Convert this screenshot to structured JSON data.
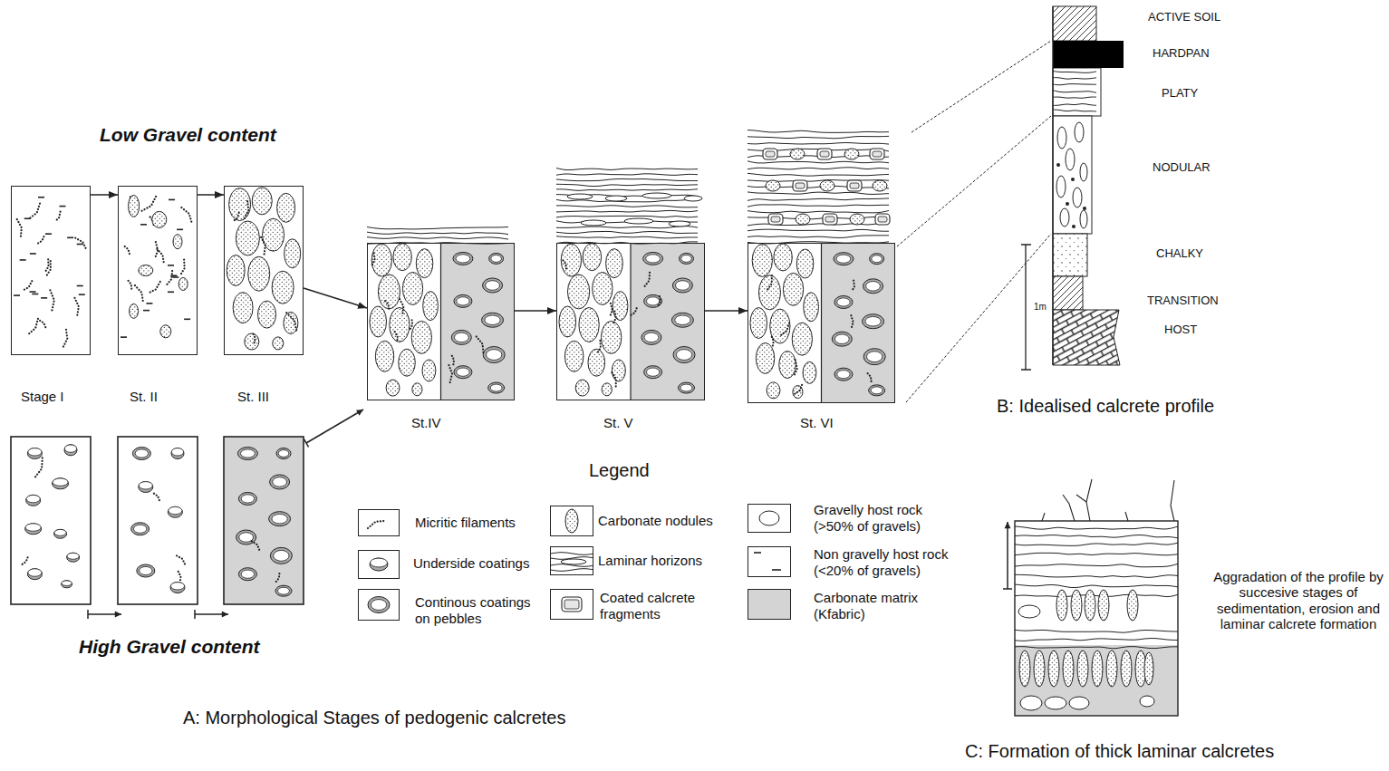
{
  "diagram": {
    "nodes": [
      {
        "text": [
          "Stage I"
        ]
      },
      {
        "text": [
          "St. II"
        ]
      },
      {
        "text": [
          "St. III"
        ]
      },
      {
        "text": [
          "St.IV"
        ]
      },
      {
        "text": [
          "St. V"
        ]
      },
      {
        "text": [
          "St. VI"
        ]
      }
    ],
    "edges": [
      {
        "from": 0,
        "to": 1,
        "arrow": "to"
      },
      {
        "from": 1,
        "to": 2,
        "arrow": "to"
      },
      {
        "from": 2,
        "to": 3,
        "arrow": "to"
      },
      {
        "from": 3,
        "to": 4,
        "arrow": "to"
      },
      {
        "from": 4,
        "to": 5,
        "arrow": "to"
      }
    ],
    "labels": [
      "Low Gravel content",
      "High Gravel content",
      "Legend",
      "A: Morphological Stages of pedogenic calcretes",
      "ACTIVE SOIL",
      "HARDPAN",
      "PLATY",
      "NODULAR",
      "CHALKY",
      "TRANSITION",
      "1m",
      "HOST",
      "B: Idealised calcrete profile",
      "Aggradation of the profile by succesive stages of sedimentation, erosion and laminar calcrete formation",
      "C: Formation of thick laminar calcretes"
    ],
    "legend": [
      {
        "text": "Micritic filaments"
      },
      {
        "text": "Underside coatings"
      },
      {
        "text": "Continous coatings on pebbles"
      },
      {
        "text": "Carbonate nodules"
      },
      {
        "text": "Laminar horizons"
      },
      {
        "text": "Coated calcrete fragments"
      },
      {
        "text": "Gravelly host rock (>50% of gravels)"
      },
      {
        "text": "Non gravelly host rock (<20% of gravels)"
      },
      {
        "text": "Carbonate matrix (Kfabric)",
        "color": "#d4d4d4"
      }
    ]
  }
}
